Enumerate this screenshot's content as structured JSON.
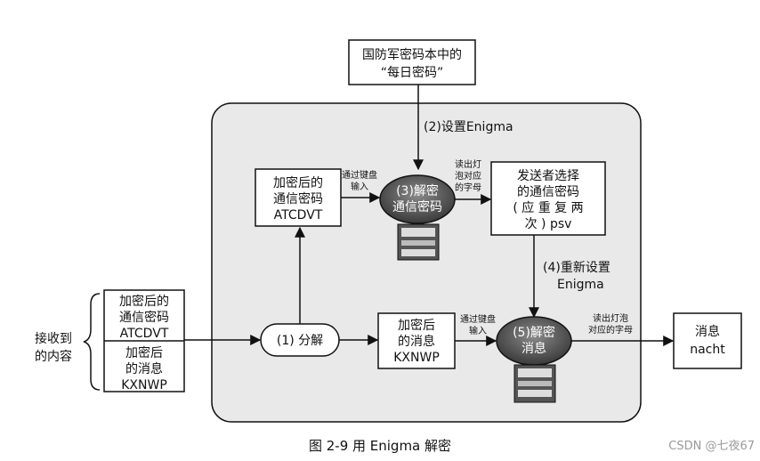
{
  "diagram": {
    "source_box": [
      "国防军密码本中的",
      "“每日密码”"
    ],
    "step2_label": "(2)设置Enigma",
    "encrypted_code_box": [
      "加密后的",
      "通信密码",
      "ATCDVT"
    ],
    "keyboard_input_1": [
      "通过键盘",
      "输入"
    ],
    "decrypt_step3": [
      "(3)解密",
      "通信密码"
    ],
    "read_lamp_1": [
      "读出灯",
      "泡对应",
      "的字母"
    ],
    "sender_code_box": [
      "发送者选择",
      "的通信密码",
      "( 应 重 复 两",
      "次 ) psv"
    ],
    "step4_label": [
      "(4)重新设置",
      "Enigma"
    ],
    "received_label": [
      "接收到",
      "的内容"
    ],
    "received_top": [
      "加密后的",
      "通信密码",
      "ATCDVT"
    ],
    "received_bottom": [
      "加密后",
      "的消息",
      "KXNWP"
    ],
    "split_step": "(1) 分解",
    "encrypted_message_box": [
      "加密后",
      "的消息",
      "KXNWP"
    ],
    "keyboard_input_2": [
      "通过键盘",
      "输入"
    ],
    "decrypt_step5": [
      "(5)解密",
      "消息"
    ],
    "read_lamp_2": [
      "读出灯泡",
      "对应的字母"
    ],
    "message_box": [
      "消息",
      "nacht"
    ]
  },
  "caption": "图 2-9   用 Enigma 解密",
  "watermark": "CSDN @七夜67"
}
